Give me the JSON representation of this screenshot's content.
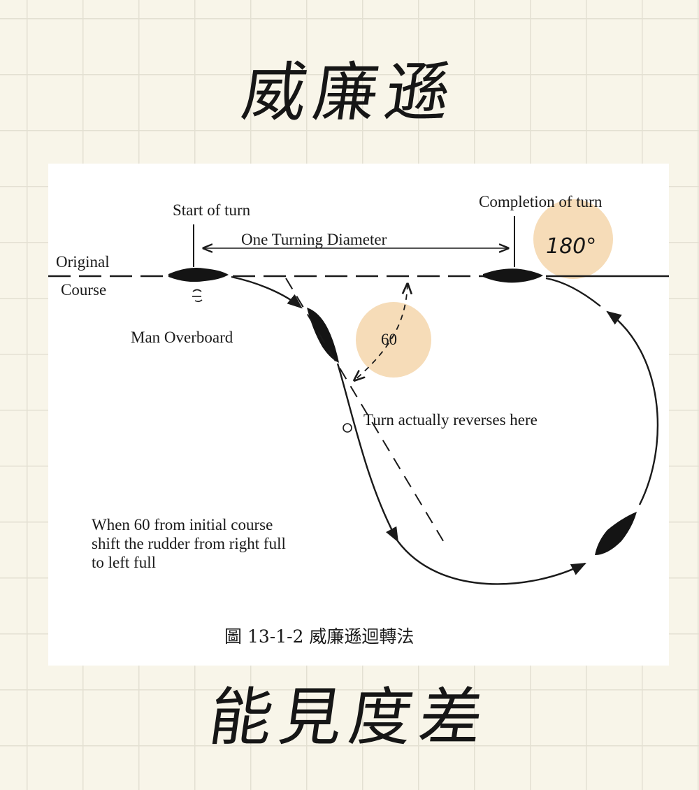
{
  "titles": {
    "top": "威廉遜",
    "bottom": "能見度差"
  },
  "diagram": {
    "labels": {
      "start_of_turn": "Start of turn",
      "completion_of_turn": "Completion of turn",
      "one_turning_diameter": "One Turning Diameter",
      "original": "Original",
      "course": "Course",
      "man_overboard": "Man Overboard",
      "turn_reverses": "Turn actually reverses here",
      "instruction_line1": "When 60 from initial course",
      "instruction_line2": "shift the rudder from right full",
      "instruction_line3": "to left full"
    },
    "annotations": {
      "angle_60": "60",
      "angle_180": "180°"
    },
    "caption": "圖 13-1-2  威廉遜迴轉法"
  },
  "colors": {
    "paper": "#f8f5e9",
    "grid": "#e3e0d2",
    "highlight": "#f6dcb8",
    "ink": "#1a1a1a"
  }
}
